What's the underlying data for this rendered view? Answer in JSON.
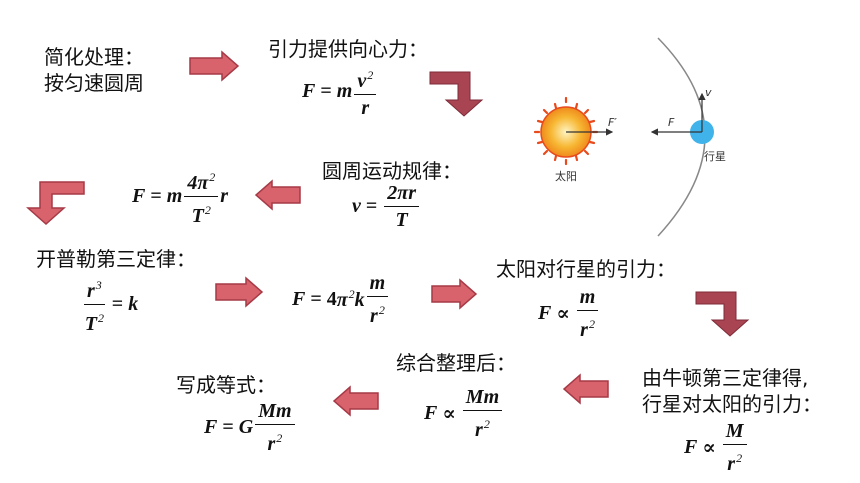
{
  "steps": {
    "simplify": {
      "line1": "简化处理：",
      "line2": "按匀速圆周"
    },
    "gravity_centripetal": {
      "label": "引力提供向心力："
    },
    "circular_law": {
      "label": "圆周运动规律："
    },
    "kepler": {
      "label": "开普勒第三定律："
    },
    "sun_on_planet": {
      "label": "太阳对行星的引力："
    },
    "newton_third": {
      "line1": "由牛顿第三定律得,",
      "line2": "行星对太阳的引力："
    },
    "combine": {
      "label": "综合整理后："
    },
    "equation": {
      "label": "写成等式："
    }
  },
  "illustration": {
    "sun_label": "太阳",
    "planet_label": "行星",
    "force_sun": "F′",
    "force_planet": "F",
    "velocity": "v"
  },
  "colors": {
    "arrow_fill": "#d9636c",
    "arrow_stroke": "#a63a47",
    "bend_arrow": "#a94452",
    "sun": "#f5a623",
    "sun_rays": "#e84a1c",
    "planet": "#3fb3ea",
    "orbit": "#888888"
  }
}
